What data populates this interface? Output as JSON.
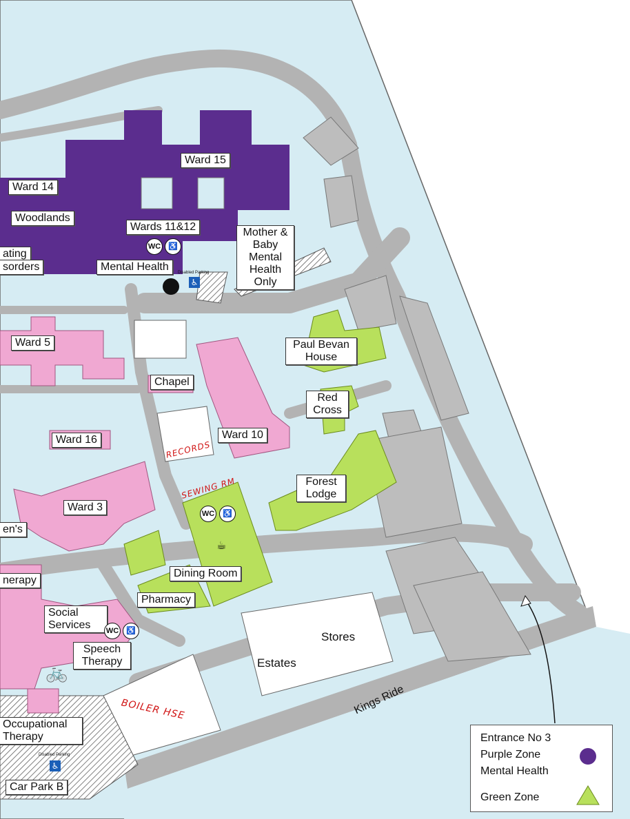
{
  "colors": {
    "background": "#d6ecf3",
    "road": "#b3b3b3",
    "building_grey": "#bdbdbd",
    "mental_health_zone": "#5b2d8e",
    "green_zone": "#b8e05c",
    "pink_building": "#f0a8d2",
    "white_building": "#ffffff",
    "records_red": "#d01414"
  },
  "buildings": {
    "ward15": "Ward 15",
    "ward14": "Ward 14",
    "woodlands": "Woodlands",
    "wards11_12": "Wards 11&12",
    "eating_disorders_line1": "ating",
    "eating_disorders_line2": "sorders",
    "mental_health": "Mental Health",
    "mother_baby": "Mother & Baby Mental Health Only",
    "ward5": "Ward 5",
    "chapel": "Chapel",
    "ward16": "Ward 16",
    "ward10": "Ward 10",
    "paul_bevan": "Paul Bevan House",
    "red_cross": "Red Cross",
    "forest_lodge": "Forest Lodge",
    "ward3": "Ward 3",
    "childrens_partial": "en's",
    "therapy_partial": "nerapy",
    "dining_room": "Dining Room",
    "pharmacy": "Pharmacy",
    "social_services": "Social Services",
    "speech_therapy": "Speech Therapy",
    "stores": "Stores",
    "estates": "Estates",
    "occupational_therapy": "Occupational Therapy",
    "car_park_b": "Car Park B",
    "records": "RECORDS",
    "sewing_rm": "SEWING RM",
    "boiler_hse": "BOILER HSE",
    "kings_ride": "Kings Ride"
  },
  "amenities": {
    "wc": "WC",
    "disabled_parking": "Disabled Parking",
    "accessible_icon": "wheelchair-icon",
    "cafe_icon": "cup-icon",
    "bicycle_icon": "bicycle-icon"
  },
  "legend": {
    "entrance": "Entrance No 3",
    "purple_zone": "Purple Zone",
    "mental_health": "Mental Health",
    "green_zone": "Green Zone",
    "purple_color": "#5b2d8e",
    "green_color": "#b8e05c"
  }
}
